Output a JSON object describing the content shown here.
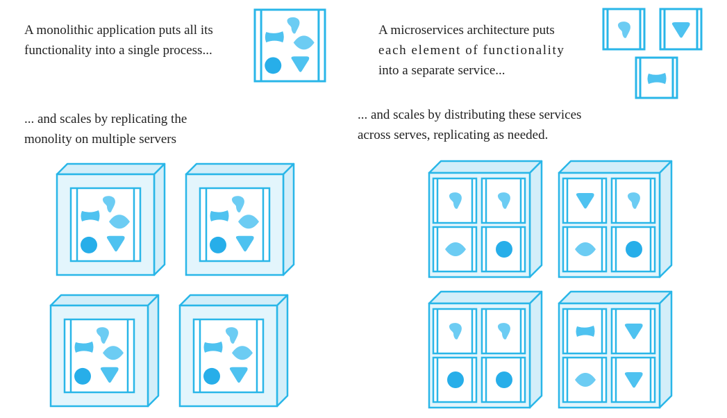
{
  "colors": {
    "stroke": "#29b6e8",
    "box_fill": "#e3f5fc",
    "box_top": "#d3eef9",
    "shape_light": "#6cccf3",
    "shape_mid": "#4ec2f0",
    "shape_dark": "#27aee9"
  },
  "monolith": {
    "intro_lines": [
      "A monolithic application puts all its",
      "functionality into a single process..."
    ],
    "scale_lines": [
      "... and scales by replicating the",
      "monolity on multiple servers"
    ],
    "components": [
      "blob-icon",
      "bone-icon",
      "diamond-icon",
      "circle-icon",
      "triangle-icon"
    ],
    "server_count": 4
  },
  "microservices": {
    "intro_lines": [
      "A microservices architecture puts",
      "each element of functionality",
      "into a separate service..."
    ],
    "scale_lines": [
      "... and scales by distributing these services",
      "across serves, replicating as needed."
    ],
    "services": [
      "blob-icon",
      "triangle-icon",
      "bone-icon"
    ],
    "servers": [
      [
        "blob-icon",
        "blob-icon",
        "diamond-icon",
        "circle-icon"
      ],
      [
        "triangle-icon",
        "blob-icon",
        "diamond-icon",
        "circle-icon"
      ],
      [
        "blob-icon",
        "blob-icon",
        "circle-icon",
        "circle-icon"
      ],
      [
        "bone-icon",
        "triangle-icon",
        "diamond-icon",
        "triangle-icon"
      ]
    ]
  }
}
